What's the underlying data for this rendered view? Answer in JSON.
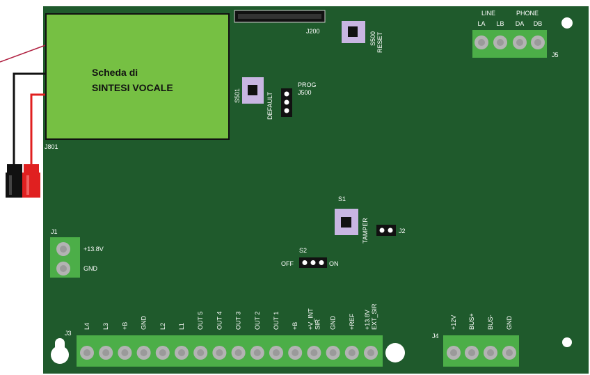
{
  "colors": {
    "pcb": "#1f5a2c",
    "module": "#76c043",
    "terminal": "#4cae48",
    "screw": "#b3b3b3",
    "button": "#c8b6e2",
    "wire_red": "#e02020",
    "wire_black": "#111111",
    "wire_pink": "#b02040"
  },
  "module": {
    "title_line1": "Scheda di",
    "title_line2": "SINTESI VOCALE",
    "ref": "J801"
  },
  "j200": {
    "ref": "J200"
  },
  "s500": {
    "ref": "S500",
    "name": "RESET"
  },
  "s501": {
    "ref": "S501",
    "name": "DEFAULT"
  },
  "j500": {
    "ref": "J500",
    "name": "PROG"
  },
  "j5": {
    "ref": "J5",
    "group1": "LINE",
    "group2": "PHONE",
    "pins": [
      "LA",
      "LB",
      "DA",
      "DB"
    ]
  },
  "j1": {
    "ref": "J1",
    "pins": [
      "+13.8V",
      "GND"
    ]
  },
  "s1": {
    "ref": "S1",
    "name": "TAMPER"
  },
  "j2": {
    "ref": "J2"
  },
  "s2": {
    "ref": "S2",
    "off": "OFF",
    "on": "ON"
  },
  "j3": {
    "ref": "J3",
    "pins": [
      "L4",
      "L3",
      "+B",
      "GND",
      "L2",
      "L1",
      "OUT 5",
      "OUT 4",
      "OUT 3",
      "OUT 2",
      "OUT 1",
      "+B",
      "+V_INT SIR",
      "GND",
      "+REF",
      "+13.8V EXT_SIR"
    ]
  },
  "j4": {
    "ref": "J4",
    "pins": [
      "+12V",
      "BUS+",
      "BUS-",
      "GND"
    ]
  }
}
